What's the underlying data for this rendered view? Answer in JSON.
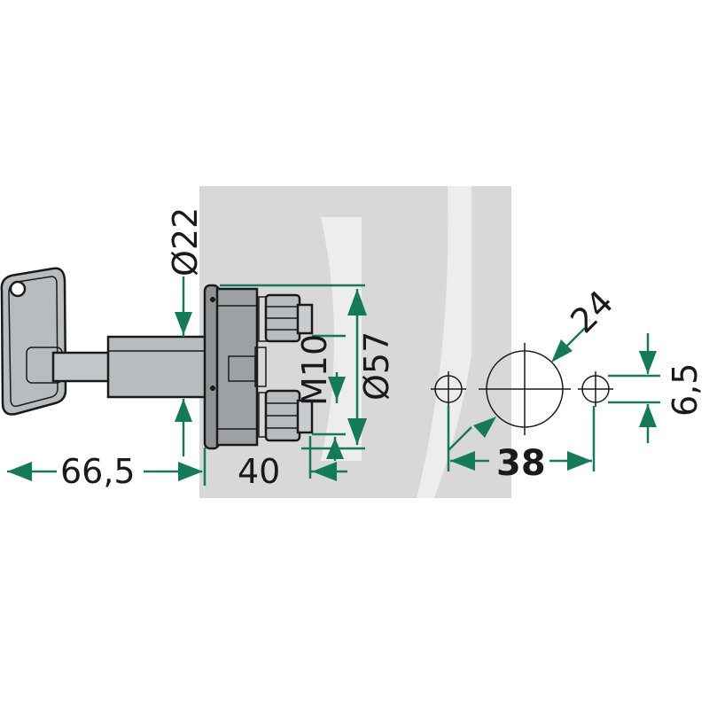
{
  "colors": {
    "dimension_green": "#137a5a",
    "part_gray": "#b9bcbf",
    "part_dark_gray": "#8f9396",
    "background_panel": "#d8d8d8",
    "outline": "#1a1a1a"
  },
  "dimensions": {
    "key_shaft_diameter": "Ø22",
    "overall_length": "66,5",
    "body_depth": "40",
    "body_diameter": "Ø57",
    "terminal_thread": "M10",
    "mounting_hole": "24",
    "hole_spacing": "38",
    "small_hole": "6,5"
  }
}
